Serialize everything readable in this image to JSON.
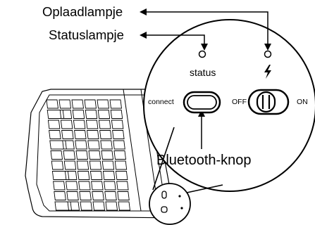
{
  "callouts": {
    "charge_led": "Oplaadlampje",
    "status_led": "Statuslampje",
    "bluetooth_button": "Bluetooth-knop"
  },
  "panel": {
    "status_label": "status",
    "connect_label": "connect",
    "off_label": "OFF",
    "on_label": "ON"
  },
  "icons": {
    "charge": "lightning-bolt-icon",
    "led": "indicator-led-icon"
  }
}
